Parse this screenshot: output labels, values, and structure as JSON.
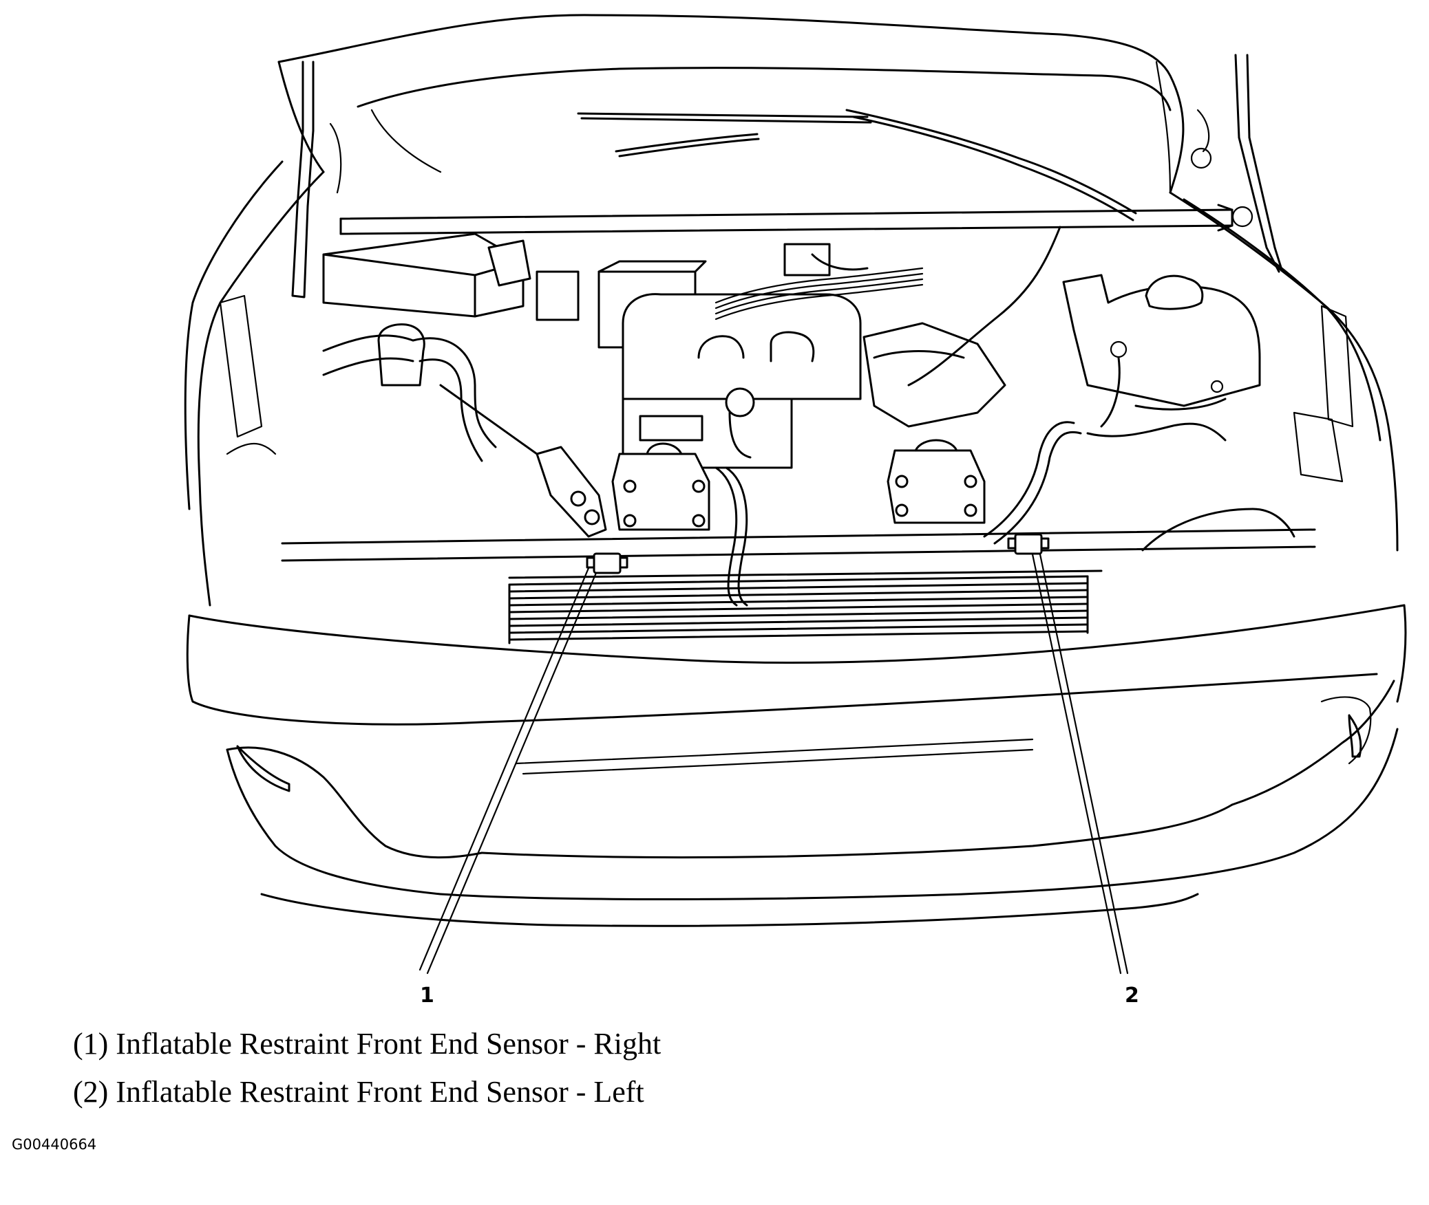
{
  "callouts": [
    {
      "number": "1"
    },
    {
      "number": "2"
    }
  ],
  "legend": [
    {
      "text": "(1) Inflatable Restraint Front End Sensor - Right"
    },
    {
      "text": "(2) Inflatable Restraint Front End Sensor - Left"
    }
  ],
  "figure_id": "G00440664"
}
